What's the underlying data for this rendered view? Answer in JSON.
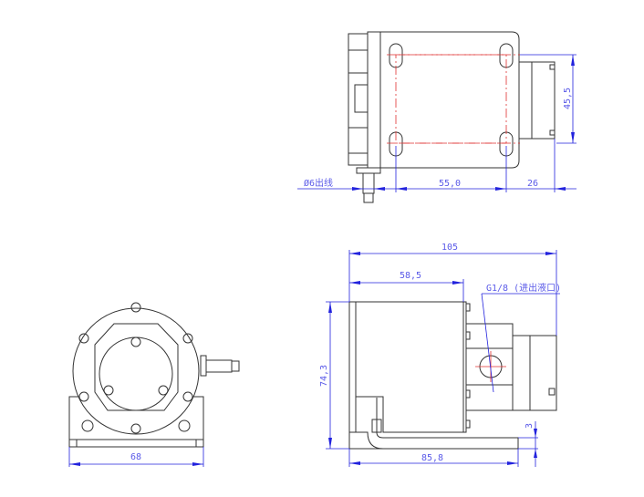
{
  "top_view": {
    "cable_label": "Ø6出线",
    "dim_hole_spacing": "55,0",
    "dim_connector": "26",
    "dim_height": "45,5"
  },
  "side_view": {
    "dim_total_length": "105",
    "dim_body_length": "58,5",
    "port_label": "G1/8 (进出液口)",
    "dim_height": "74,3",
    "dim_plate_thickness": "3",
    "dim_base_length": "85,8"
  },
  "front_view": {
    "dim_width": "68"
  },
  "colors": {
    "outline": "#333333",
    "centerline": "#e03030",
    "dimension": "#2222dd"
  }
}
